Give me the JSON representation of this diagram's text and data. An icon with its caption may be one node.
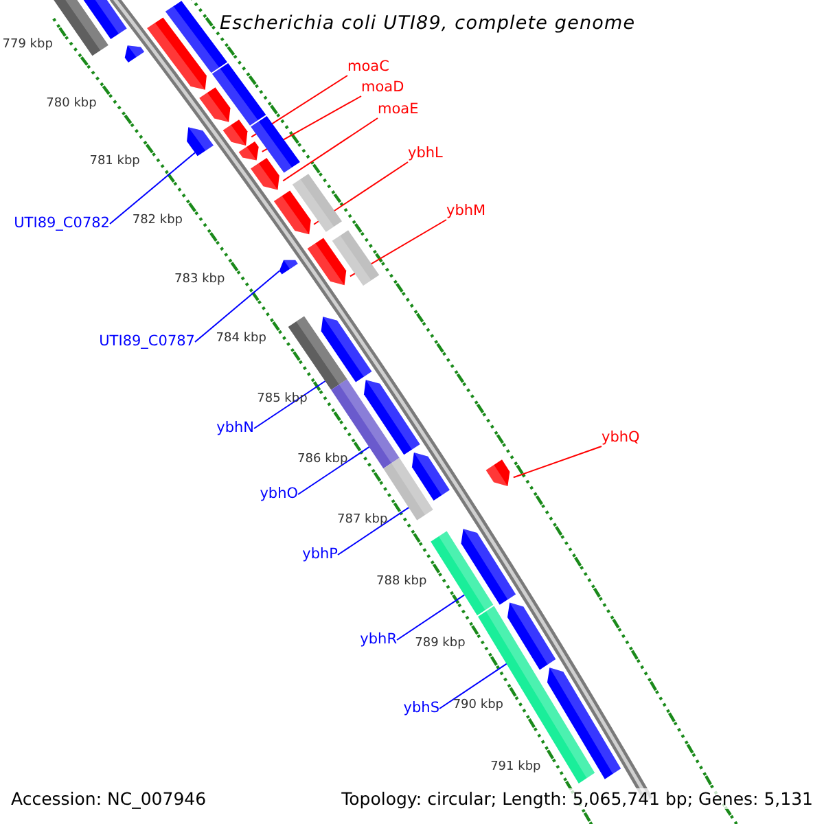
{
  "diagram": {
    "title": "Escherichia coli UTI89, complete genome",
    "nodes": [
      {
        "text": [
          "moaC"
        ]
      },
      {
        "text": [
          "moaD"
        ]
      },
      {
        "text": [
          "moaE"
        ]
      },
      {
        "text": [
          "ybhL"
        ]
      },
      {
        "text": [
          "ybhM"
        ]
      },
      {
        "text": [
          "UTI89_C0782"
        ]
      },
      {
        "text": [
          "UTI89_C0787"
        ]
      },
      {
        "text": [
          "ybhN"
        ]
      },
      {
        "text": [
          "ybhO"
        ]
      },
      {
        "text": [
          "ybhP"
        ]
      },
      {
        "text": [
          "ybhQ"
        ]
      },
      {
        "text": [
          "ybhR"
        ]
      },
      {
        "text": [
          "ybhS"
        ]
      },
      {
        "text": [],
        "shape": "pentagon"
      },
      {
        "text": [],
        "shape": "box"
      },
      {
        "text": [],
        "shape": "box"
      },
      {
        "text": [],
        "shape": "pentagon"
      },
      {
        "text": [],
        "shape": "pentagon"
      },
      {
        "text": [],
        "shape": "box"
      },
      {
        "text": [],
        "shape": "pentagon"
      },
      {
        "text": [],
        "shape": "pentagon"
      },
      {
        "text": [],
        "shape": "pentagon"
      },
      {
        "text": [],
        "shape": "box"
      },
      {
        "text": [],
        "shape": "pentagon"
      },
      {
        "text": [],
        "shape": "pentagon"
      },
      {
        "text": [],
        "shape": "box"
      },
      {
        "text": [],
        "shape": "pentagon"
      },
      {
        "text": [],
        "shape": "pentagon"
      },
      {
        "text": [],
        "shape": "pentagon"
      },
      {
        "text": [],
        "shape": "box"
      },
      {
        "text": [],
        "shape": "box"
      },
      {
        "text": [],
        "shape": "pentagon"
      },
      {
        "text": [],
        "shape": "box"
      },
      {
        "text": [],
        "shape": "pentagon"
      },
      {
        "text": [],
        "shape": "box"
      },
      {
        "text": [],
        "shape": "pentagon"
      },
      {
        "text": [],
        "shape": "pentagon"
      },
      {
        "text": [],
        "shape": "box"
      },
      {
        "text": [],
        "shape": "pentagon"
      },
      {
        "text": [],
        "shape": "box"
      },
      {
        "text": [],
        "shape": "pentagon"
      },
      {
        "text": [],
        "shape": "pentagon"
      }
    ],
    "edges": [
      {
        "from": 0,
        "to": 21,
        "arrow": "none",
        "color": "#ff0000"
      },
      {
        "from": 1,
        "to": 23,
        "arrow": "none",
        "color": "#ff0000"
      },
      {
        "from": 2,
        "to": 24,
        "arrow": "none",
        "color": "#ff0000"
      },
      {
        "from": 3,
        "to": 26,
        "arrow": "none",
        "color": "#ff0000"
      },
      {
        "from": 4,
        "to": 28,
        "arrow": "none",
        "color": "#ff0000"
      },
      {
        "from": 5,
        "to": 20,
        "arrow": "none"
      },
      {
        "from": 6,
        "to": 27,
        "arrow": "none"
      },
      {
        "from": 7,
        "to": 30,
        "arrow": "none"
      },
      {
        "from": 8,
        "to": 32,
        "arrow": "none"
      },
      {
        "from": 9,
        "to": 34,
        "arrow": "none"
      },
      {
        "from": 10,
        "to": 36,
        "arrow": "none",
        "color": "#ff0000"
      },
      {
        "from": 11,
        "to": 37,
        "arrow": "none"
      },
      {
        "from": 12,
        "to": 39,
        "arrow": "none"
      }
    ],
    "labels": [
      "779 kbp",
      "780 kbp",
      "781 kbp",
      "782 kbp",
      "783 kbp",
      "784 kbp",
      "785 kbp",
      "786 kbp",
      "787 kbp",
      "788 kbp",
      "789 kbp",
      "790 kbp",
      "791 kbp",
      "Accession: NC_007946",
      "Topology: circular; Length: 5,065,741 bp; Genes: 5,131"
    ]
  }
}
